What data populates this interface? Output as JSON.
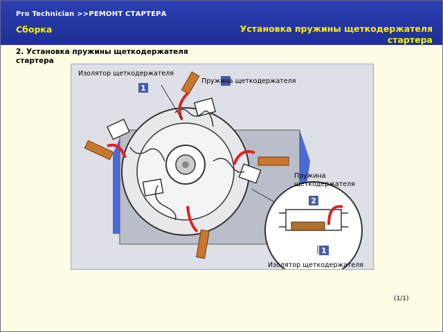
{
  "header": {
    "breadcrumb": "Pro  Technician >>РЕМОНТ СТАРТЕРА",
    "section": "Сборка",
    "title": "Установка пружины щеткодержателя стартера"
  },
  "step_title": "2. Установка пружины щеткодержателя стартера",
  "figure": {
    "label_insulator_top": "Изолятор щеткодержателя",
    "label_spring_top": "Пружина щеткодержателя",
    "label_spring_right": "Пружина щеткодержателя",
    "label_insulator_bottom": "Изолятор щеткодержателя",
    "badge_1": "1",
    "badge_2": "2",
    "badge_1_bottom": "1"
  },
  "pager": "(1/1)",
  "colors": {
    "header": "#2336a3",
    "accent": "#ffee00",
    "arrow": "#e02020",
    "badge": "#4a5aa8"
  }
}
